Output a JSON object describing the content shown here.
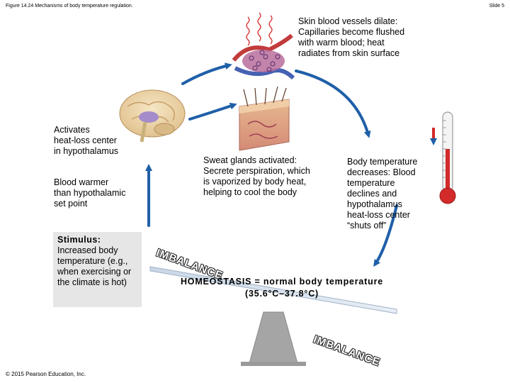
{
  "header": {
    "figure_title": "Figure 14.24 Mechanisms of body temperature regulation.",
    "slide_number": "Slide 5"
  },
  "labels": {
    "activates": "Activates\nheat-loss center\nin hypothalamus",
    "blood_warmer": "Blood warmer\nthan hypothalamic\nset point",
    "skin_vessels": "Skin blood vessels dilate:\nCapillaries become flushed\nwith warm blood; heat\nradiates from skin surface",
    "sweat_glands": "Sweat glands activated:\nSecrete perspiration, which\nis vaporized by body heat,\nhelping to cool the body",
    "body_temp": "Body temperature\ndecreases: Blood\ntemperature\ndeclines and\nhypothalamus\nheat-loss center\n“shuts off”"
  },
  "stimulus": {
    "title": "Stimulus:",
    "text": "Increased body temperature (e.g., when exercising or the climate is hot)"
  },
  "homeostasis": {
    "line1": "HOMEOSTASIS = normal body temperature",
    "line2": "(35.6°C–37.8°C)"
  },
  "imbalance": {
    "left": "IMBALANCE",
    "right": "IMBALANCE"
  },
  "footer": {
    "copyright": "© 2015 Pearson Education, Inc."
  },
  "colors": {
    "arrow": "#1f5fa8",
    "stimulus_bg": "#e6e6e6",
    "thermometer": "#d32a2a"
  }
}
